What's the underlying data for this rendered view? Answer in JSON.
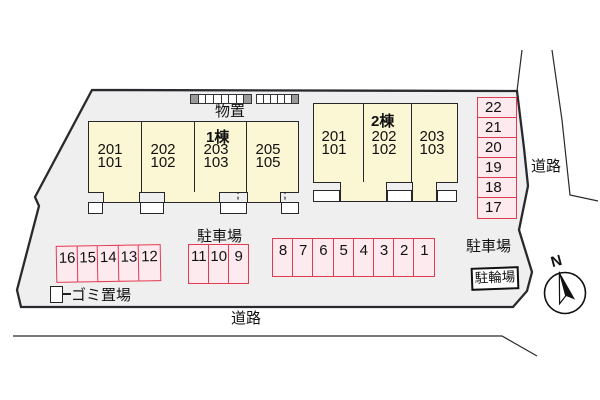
{
  "plan": {
    "storage": {
      "label": "物置"
    },
    "building1": {
      "name": "1棟",
      "units": [
        [
          "201",
          "101"
        ],
        [
          "202",
          "102"
        ],
        [
          "203",
          "103"
        ],
        [
          "205",
          "105"
        ]
      ]
    },
    "building2": {
      "name": "2棟",
      "units": [
        [
          "201",
          "101"
        ],
        [
          "202",
          "102"
        ],
        [
          "203",
          "103"
        ]
      ]
    },
    "parking_right": {
      "label": "駐車場",
      "spaces": [
        "22",
        "21",
        "20",
        "19",
        "18",
        "17"
      ]
    },
    "parking_mid": {
      "label": "駐車場",
      "spaces": [
        "11",
        "10",
        "9"
      ]
    },
    "parking_left_row": {
      "spaces": [
        "16",
        "15",
        "14",
        "13",
        "12"
      ]
    },
    "parking_main_row": {
      "spaces": [
        "8",
        "7",
        "6",
        "5",
        "4",
        "3",
        "2",
        "1"
      ]
    },
    "bicycle": {
      "label": "駐輪場"
    },
    "garbage": {
      "label": "ゴミ置場"
    },
    "road_east": {
      "label": "道路"
    },
    "road_south": {
      "label": "道路"
    },
    "compass": {
      "label": "N"
    }
  },
  "colors": {
    "site_fill": "#efefef",
    "building_fill": "#fbf6d3",
    "parking_fill": "#fdeaef",
    "parking_border": "#e23b52",
    "outline": "#2a2a2e"
  }
}
